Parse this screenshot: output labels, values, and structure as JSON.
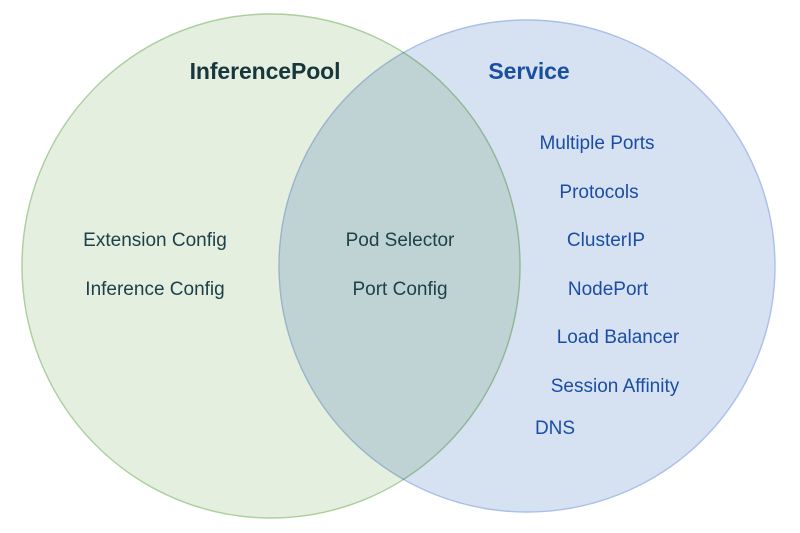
{
  "diagram": {
    "type": "venn",
    "title": "",
    "background_color": "#ffffff",
    "sets": {
      "left": {
        "name": "InferencePool",
        "fill_color": "#e5efe0",
        "stroke_color": "#a9cf9b",
        "text_color": "#17373c",
        "items": [
          "Extension Config",
          "Inference Config"
        ]
      },
      "right": {
        "name": "Service",
        "fill_color": "#d6e1f2",
        "stroke_color": "#a9c0e8",
        "text_color": "#1a4fa0",
        "items": [
          "Multiple Ports",
          "Protocols",
          "ClusterIP",
          "NodePort",
          "Load Balancer",
          "Session Affinity",
          "DNS"
        ]
      },
      "intersection": {
        "name": "",
        "fill_color": "#d5e3da",
        "text_color": "#1d4148",
        "items": [
          "Pod Selector",
          "Port Config"
        ]
      }
    }
  }
}
